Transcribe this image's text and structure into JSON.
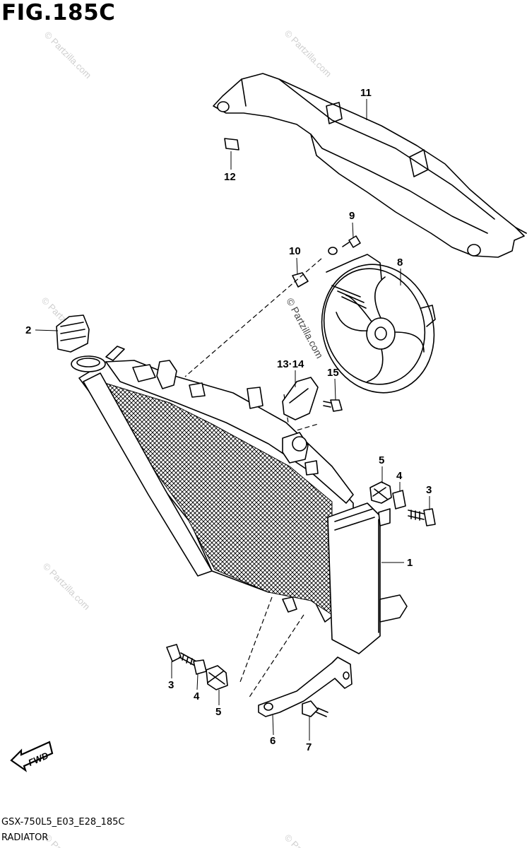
{
  "header": {
    "title": "FIG.185C"
  },
  "footer": {
    "code": "GSX-750L5_E03_E28_185C",
    "name": "RADIATOR"
  },
  "direction_badge": "FWD",
  "watermark": "© Partzilla.com",
  "callouts": {
    "c1": "1",
    "c2": "2",
    "c3a": "3",
    "c3b": "3",
    "c4a": "4",
    "c4b": "4",
    "c5a": "5",
    "c5b": "5",
    "c6": "6",
    "c7": "7",
    "c8": "8",
    "c9": "9",
    "c10": "10",
    "c11": "11",
    "c12": "12",
    "c1314": "13·14",
    "c15": "15"
  }
}
